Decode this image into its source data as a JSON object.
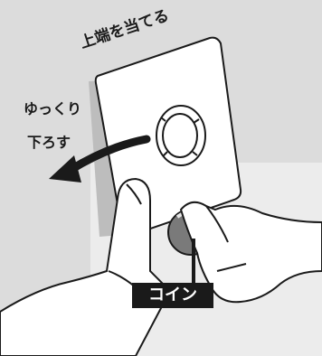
{
  "instruction": {
    "top_edge_label": "上端を当てる",
    "slow_lower_line1": "ゆっくり",
    "slow_lower_line2": "下ろす",
    "coin_label": "コイン"
  },
  "colors": {
    "background": "#dcdcdc",
    "outline": "#1a1a1a",
    "label_box": "#1a1a1a",
    "label_text": "#ffffff",
    "coin": "#7a7a7a"
  }
}
